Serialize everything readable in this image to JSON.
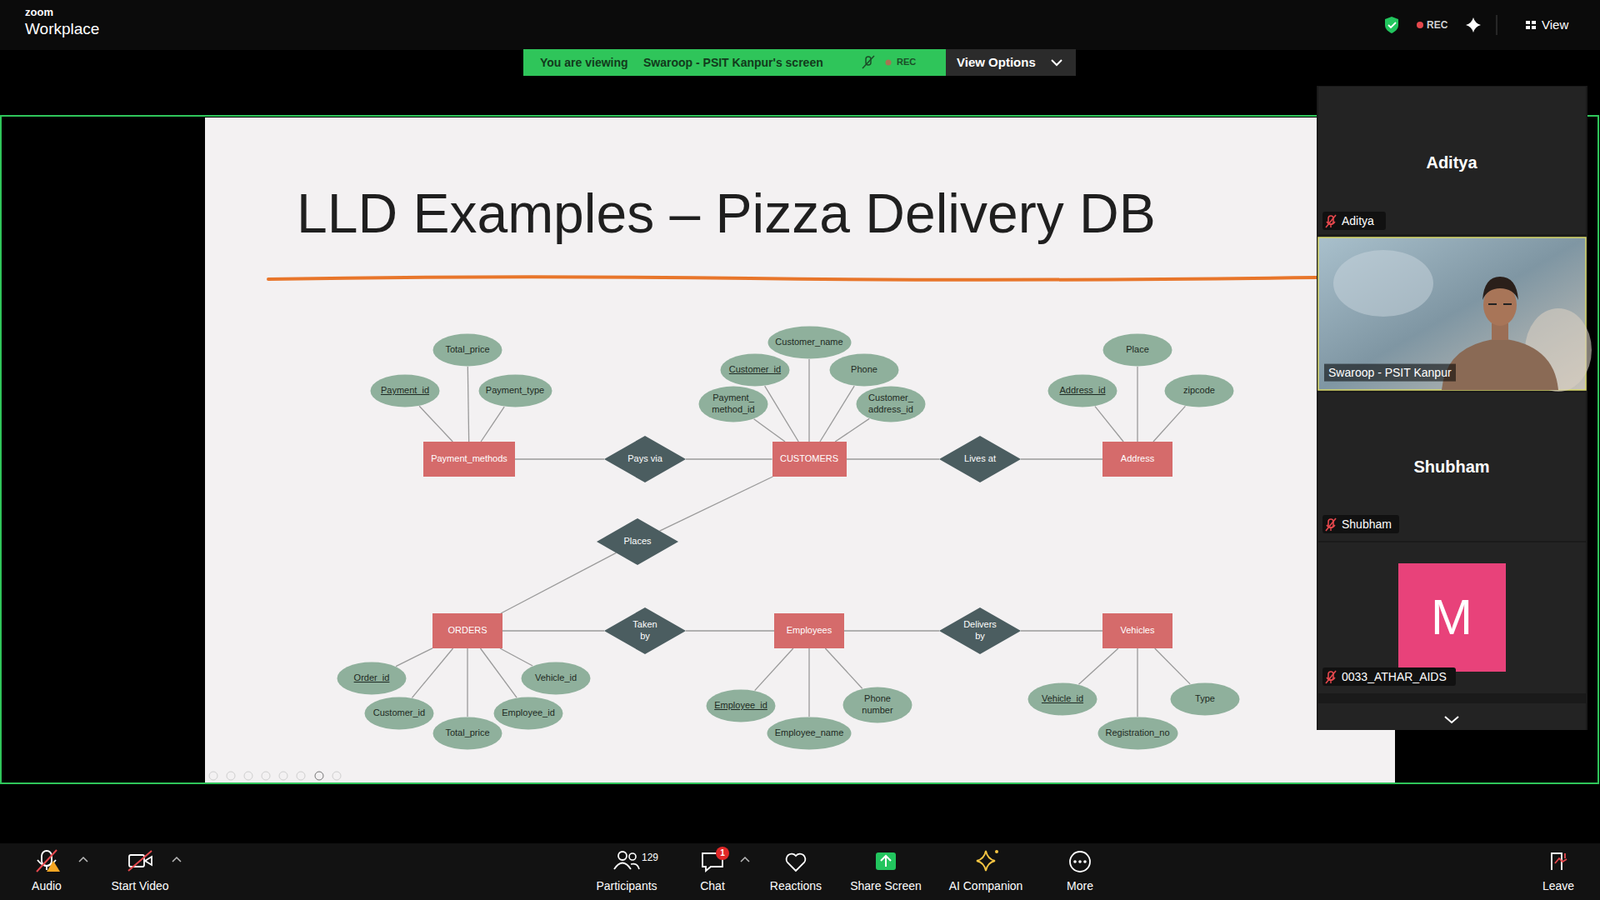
{
  "diagram": {
    "title": "LLD Examples – Pizza Delivery DB",
    "nodes": [
      {
        "text": [
          "Total_price"
        ]
      },
      {
        "text": [
          "Payment_id"
        ]
      },
      {
        "text": [
          "Payment_type"
        ]
      },
      {
        "text": [
          "Customer_name"
        ]
      },
      {
        "text": [
          "Customer_id"
        ]
      },
      {
        "text": [
          "Phone"
        ]
      },
      {
        "text": [
          "Payment_ method_id"
        ]
      },
      {
        "text": [
          "Customer_ address_id"
        ]
      },
      {
        "text": [
          "Place"
        ]
      },
      {
        "text": [
          "Address_id"
        ]
      },
      {
        "text": [
          "zipcode"
        ]
      },
      {
        "text": [
          "Payment_methods"
        ]
      },
      {
        "text": [
          "Pays via"
        ]
      },
      {
        "text": [
          "CUSTOMERS"
        ]
      },
      {
        "text": [
          "Lives at"
        ]
      },
      {
        "text": [
          "Address"
        ]
      },
      {
        "text": [
          "Places"
        ]
      },
      {
        "text": [
          "ORDERS"
        ]
      },
      {
        "text": [
          "Taken by"
        ]
      },
      {
        "text": [
          "Employees"
        ]
      },
      {
        "text": [
          "Delivers by"
        ]
      },
      {
        "text": [
          "Vehicles"
        ]
      },
      {
        "text": [
          "Order_id"
        ]
      },
      {
        "text": [
          "Vehicle_id"
        ]
      },
      {
        "text": [
          "Customer_id"
        ]
      },
      {
        "text": [
          "Employee_id"
        ]
      },
      {
        "text": [
          "Total_price"
        ]
      },
      {
        "text": [
          "Employee_id"
        ]
      },
      {
        "text": [
          "Employee_name"
        ]
      },
      {
        "text": [
          "Phone number"
        ]
      },
      {
        "text": [
          "Vehicle_id"
        ]
      },
      {
        "text": [
          "Type"
        ]
      },
      {
        "text": [
          "Registration_no"
        ]
      }
    ],
    "edges": [
      {
        "from": 11,
        "to": 0,
        "arrow": "none"
      },
      {
        "from": 11,
        "to": 1,
        "arrow": "none"
      },
      {
        "from": 11,
        "to": 2,
        "arrow": "none"
      },
      {
        "from": 13,
        "to": 3,
        "arrow": "none"
      },
      {
        "from": 13,
        "to": 4,
        "arrow": "none"
      },
      {
        "from": 13,
        "to": 5,
        "arrow": "none"
      },
      {
        "from": 13,
        "to": 6,
        "arrow": "none"
      },
      {
        "from": 13,
        "to": 7,
        "arrow": "none"
      },
      {
        "from": 15,
        "to": 8,
        "arrow": "none"
      },
      {
        "from": 15,
        "to": 9,
        "arrow": "none"
      },
      {
        "from": 15,
        "to": 10,
        "arrow": "none"
      },
      {
        "from": 11,
        "to": 12,
        "arrow": "none"
      },
      {
        "from": 12,
        "to": 13,
        "arrow": "none"
      },
      {
        "from": 13,
        "to": 14,
        "arrow": "none"
      },
      {
        "from": 14,
        "to": 15,
        "arrow": "none"
      },
      {
        "from": 13,
        "to": 16,
        "arrow": "none"
      },
      {
        "from": 16,
        "to": 17,
        "arrow": "none"
      },
      {
        "from": 17,
        "to": 18,
        "arrow": "none"
      },
      {
        "from": 18,
        "to": 19,
        "arrow": "none"
      },
      {
        "from": 19,
        "to": 20,
        "arrow": "none"
      },
      {
        "from": 20,
        "to": 21,
        "arrow": "none"
      },
      {
        "from": 17,
        "to": 22,
        "arrow": "none"
      },
      {
        "from": 17,
        "to": 23,
        "arrow": "none"
      },
      {
        "from": 17,
        "to": 24,
        "arrow": "none"
      },
      {
        "from": 17,
        "to": 25,
        "arrow": "none"
      },
      {
        "from": 17,
        "to": 26,
        "arrow": "none"
      },
      {
        "from": 19,
        "to": 27,
        "arrow": "none"
      },
      {
        "from": 19,
        "to": 28,
        "arrow": "none"
      },
      {
        "from": 19,
        "to": 29,
        "arrow": "none"
      },
      {
        "from": 21,
        "to": 30,
        "arrow": "none"
      },
      {
        "from": 21,
        "to": 31,
        "arrow": "none"
      },
      {
        "from": 21,
        "to": 32,
        "arrow": "none"
      }
    ],
    "labels": [
      "zoom",
      "Workplace",
      "REC",
      "View",
      "You are viewing",
      "Swaroop - PSIT Kanpur's screen",
      "REC",
      "View Options",
      "Aditya",
      "Aditya",
      "Swaroop - PSIT Kanpur",
      "Shubham",
      "Shubham",
      "M",
      "0033_ATHAR_AIDS",
      "Audio",
      "Start Video",
      "129",
      "Participants",
      "1",
      "Chat",
      "Reactions",
      "Share Screen",
      "AI Companion",
      "More",
      "Leave"
    ]
  }
}
